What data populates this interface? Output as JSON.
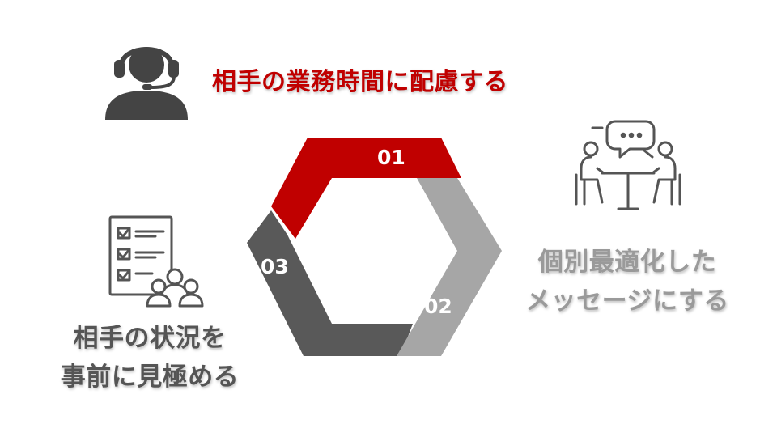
{
  "steps": [
    {
      "number": "01",
      "label_lines": [
        "相手の業務時間に配慮する"
      ]
    },
    {
      "number": "02",
      "label_lines": [
        "個別最適化した",
        "メッセージにする"
      ]
    },
    {
      "number": "03",
      "label_lines": [
        "相手の状況を",
        "事前に見極める"
      ]
    }
  ],
  "icons": {
    "step1": "headset-operator-icon",
    "step2": "meeting-conversation-icon",
    "step3": "checklist-team-icon"
  },
  "colors": {
    "step1": "#c00000",
    "step2": "#a6a6a6",
    "step3": "#595959"
  }
}
